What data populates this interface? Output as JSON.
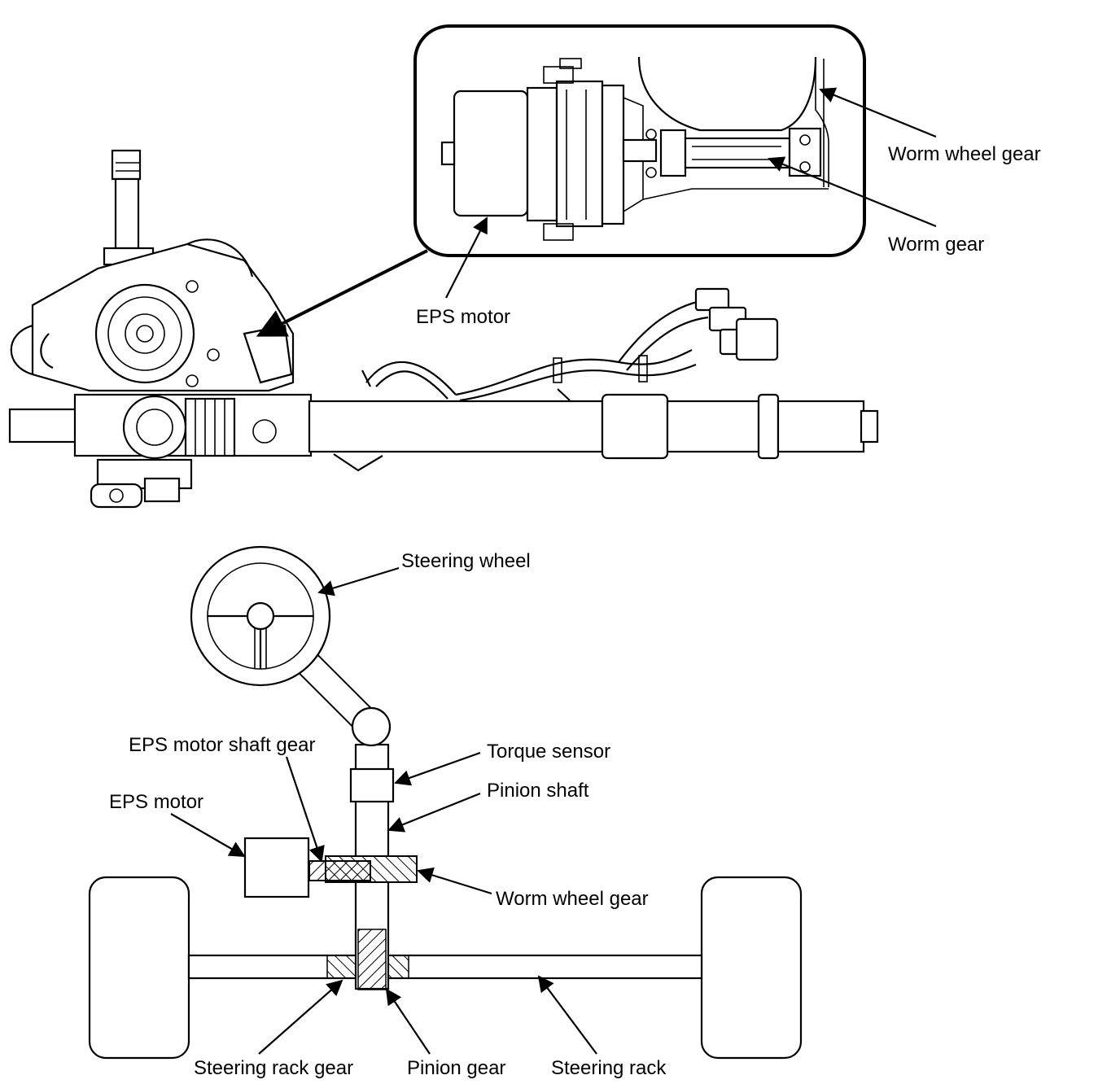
{
  "labels": {
    "worm_wheel_gear_top": "Worm wheel gear",
    "worm_gear": "Worm gear",
    "eps_motor_top": "EPS motor",
    "steering_wheel": "Steering wheel",
    "eps_motor_shaft_gear": "EPS motor shaft gear",
    "torque_sensor": "Torque sensor",
    "pinion_shaft": "Pinion shaft",
    "eps_motor_bottom": "EPS motor",
    "worm_wheel_gear_bottom": "Worm wheel gear",
    "steering_rack_gear": "Steering rack gear",
    "pinion_gear": "Pinion gear",
    "steering_rack": "Steering rack"
  },
  "colors": {
    "ink": "#000000",
    "paper": "#ffffff"
  }
}
